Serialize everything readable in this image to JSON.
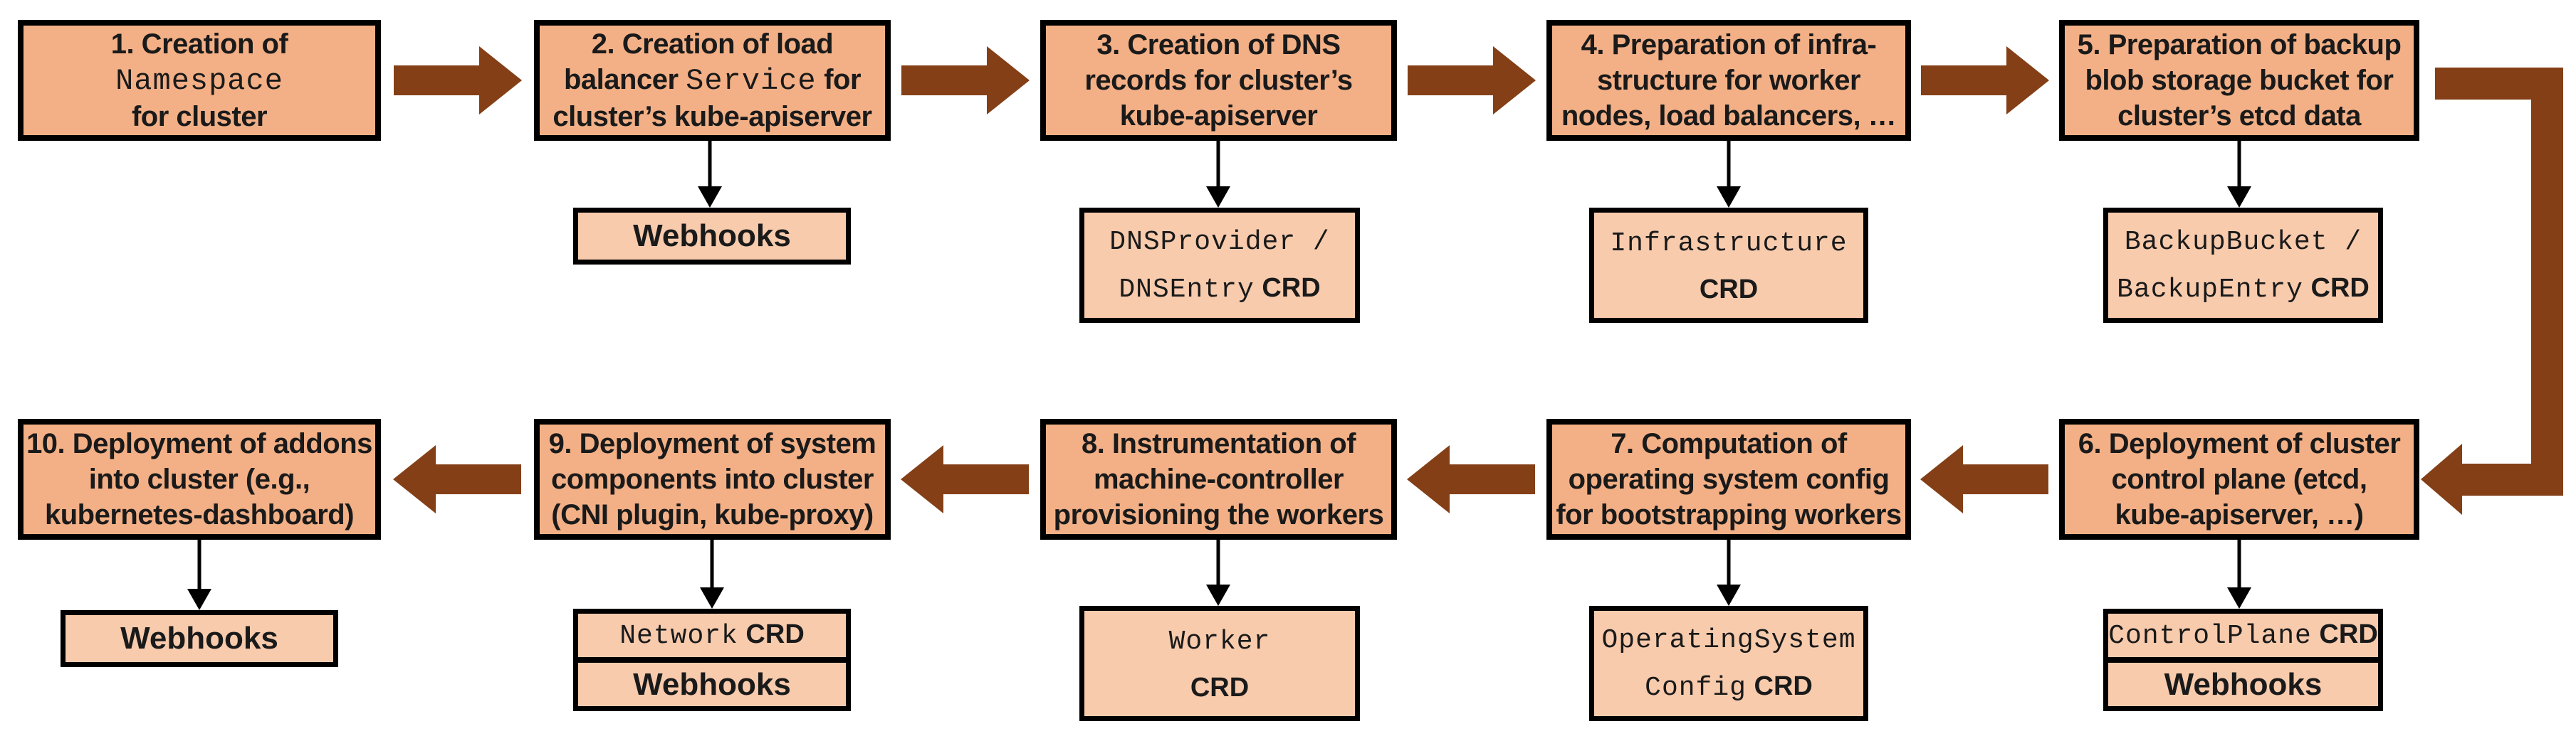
{
  "colors": {
    "background": "#ffffff",
    "main_box_fill": "#f3b086",
    "sub_box_fill": "#f8cbad",
    "box_outline": "#000000",
    "flow_arrow": "#843f16",
    "thin_arrow": "#000000"
  },
  "steps": [
    {
      "name": "step-1",
      "lines": [
        [
          {
            "t": "1. Creation of",
            "f": "sans"
          }
        ],
        [
          {
            "t": "Namespace",
            "f": "mono"
          }
        ],
        [
          {
            "t": "for cluster",
            "f": "sans"
          }
        ]
      ],
      "sub": []
    },
    {
      "name": "step-2",
      "lines": [
        [
          {
            "t": "2. Creation of load",
            "f": "sans"
          }
        ],
        [
          {
            "t": "balancer ",
            "f": "sans"
          },
          {
            "t": "Service",
            "f": "mono"
          },
          {
            "t": " for",
            "f": "sans"
          }
        ],
        [
          {
            "t": "cluster’s kube-apiserver",
            "f": "sans"
          }
        ]
      ],
      "sub": [
        {
          "name": "step-2-webhooks",
          "lines": [
            [
              {
                "t": "Webhooks",
                "f": "sans"
              }
            ]
          ]
        }
      ]
    },
    {
      "name": "step-3",
      "lines": [
        [
          {
            "t": "3. Creation of DNS",
            "f": "sans"
          }
        ],
        [
          {
            "t": "records for cluster’s",
            "f": "sans"
          }
        ],
        [
          {
            "t": "kube-apiserver",
            "f": "sans"
          }
        ]
      ],
      "sub": [
        {
          "name": "step-3-crd",
          "lines": [
            [
              {
                "t": "DNSProvider /",
                "f": "mono"
              }
            ],
            [
              {
                "t": "DNSEntry",
                "f": "mono"
              },
              {
                "t": " CRD",
                "f": "crd"
              }
            ]
          ]
        }
      ]
    },
    {
      "name": "step-4",
      "lines": [
        [
          {
            "t": "4. Preparation of infra-",
            "f": "sans"
          }
        ],
        [
          {
            "t": "structure for worker",
            "f": "sans"
          }
        ],
        [
          {
            "t": "nodes, load balancers, …",
            "f": "sans"
          }
        ]
      ],
      "sub": [
        {
          "name": "step-4-crd",
          "lines": [
            [
              {
                "t": "Infrastructure",
                "f": "mono"
              }
            ],
            [
              {
                "t": "CRD",
                "f": "crd"
              }
            ]
          ]
        }
      ]
    },
    {
      "name": "step-5",
      "lines": [
        [
          {
            "t": "5. Preparation of backup",
            "f": "sans"
          }
        ],
        [
          {
            "t": "blob storage bucket for",
            "f": "sans"
          }
        ],
        [
          {
            "t": "cluster’s etcd data",
            "f": "sans"
          }
        ]
      ],
      "sub": [
        {
          "name": "step-5-crd",
          "lines": [
            [
              {
                "t": "BackupBucket /",
                "f": "mono"
              }
            ],
            [
              {
                "t": "BackupEntry",
                "f": "mono"
              },
              {
                "t": " CRD",
                "f": "crd"
              }
            ]
          ]
        }
      ]
    },
    {
      "name": "step-6",
      "lines": [
        [
          {
            "t": "6. Deployment of cluster",
            "f": "sans"
          }
        ],
        [
          {
            "t": "control plane (etcd,",
            "f": "sans"
          }
        ],
        [
          {
            "t": "kube-apiserver, …)",
            "f": "sans"
          }
        ]
      ],
      "sub": [
        {
          "name": "step-6-crd",
          "lines": [
            [
              {
                "t": "ControlPlane",
                "f": "mono"
              },
              {
                "t": " CRD",
                "f": "crd"
              }
            ]
          ]
        },
        {
          "name": "step-6-webhooks",
          "lines": [
            [
              {
                "t": "Webhooks",
                "f": "sans"
              }
            ]
          ]
        }
      ]
    },
    {
      "name": "step-7",
      "lines": [
        [
          {
            "t": "7. Computation of",
            "f": "sans"
          }
        ],
        [
          {
            "t": "operating system config",
            "f": "sans"
          }
        ],
        [
          {
            "t": "for bootstrapping workers",
            "f": "sans"
          }
        ]
      ],
      "sub": [
        {
          "name": "step-7-crd",
          "lines": [
            [
              {
                "t": "OperatingSystem",
                "f": "mono"
              }
            ],
            [
              {
                "t": "Config",
                "f": "mono"
              },
              {
                "t": " CRD",
                "f": "crd"
              }
            ]
          ]
        }
      ]
    },
    {
      "name": "step-8",
      "lines": [
        [
          {
            "t": "8. Instrumentation of",
            "f": "sans"
          }
        ],
        [
          {
            "t": "machine-controller",
            "f": "sans"
          }
        ],
        [
          {
            "t": "provisioning the workers",
            "f": "sans"
          }
        ]
      ],
      "sub": [
        {
          "name": "step-8-crd",
          "lines": [
            [
              {
                "t": "Worker",
                "f": "mono"
              }
            ],
            [
              {
                "t": "CRD",
                "f": "crd"
              }
            ]
          ]
        }
      ]
    },
    {
      "name": "step-9",
      "lines": [
        [
          {
            "t": "9. Deployment of system",
            "f": "sans"
          }
        ],
        [
          {
            "t": "components into cluster",
            "f": "sans"
          }
        ],
        [
          {
            "t": "(CNI plugin, kube-proxy)",
            "f": "sans"
          }
        ]
      ],
      "sub": [
        {
          "name": "step-9-crd",
          "lines": [
            [
              {
                "t": "Network",
                "f": "mono"
              },
              {
                "t": " CRD",
                "f": "crd"
              }
            ]
          ]
        },
        {
          "name": "step-9-webhooks",
          "lines": [
            [
              {
                "t": "Webhooks",
                "f": "sans"
              }
            ]
          ]
        }
      ]
    },
    {
      "name": "step-10",
      "lines": [
        [
          {
            "t": "10. Deployment of addons",
            "f": "sans"
          }
        ],
        [
          {
            "t": "into cluster (e.g.,",
            "f": "sans"
          }
        ],
        [
          {
            "t": "kubernetes-dashboard)",
            "f": "sans"
          }
        ]
      ],
      "sub": [
        {
          "name": "step-10-webhooks",
          "lines": [
            [
              {
                "t": "Webhooks",
                "f": "sans"
              }
            ]
          ]
        }
      ]
    }
  ]
}
